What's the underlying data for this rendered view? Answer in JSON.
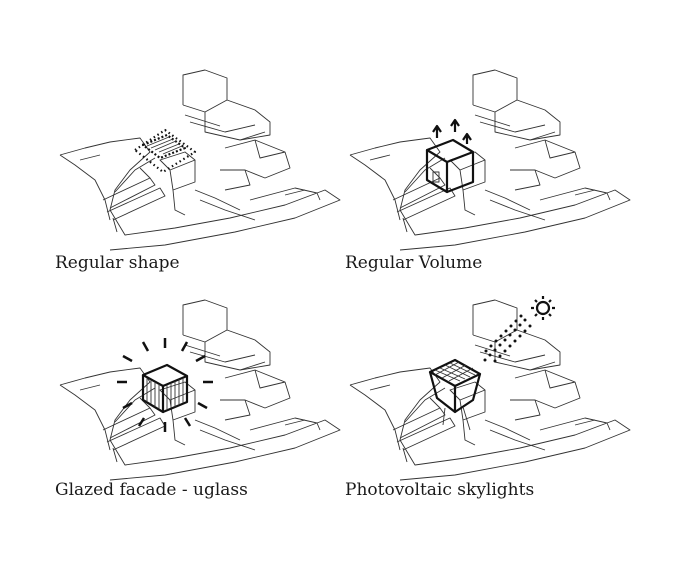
{
  "panels": [
    {
      "caption": "Regular shape",
      "variant": "shape"
    },
    {
      "caption": "Regular Volume",
      "variant": "volume"
    },
    {
      "caption": "Glazed facade - uglass",
      "variant": "glazed"
    },
    {
      "caption": "Photovoltaic skylights",
      "variant": "pv"
    }
  ],
  "colors": {
    "line": "#222222",
    "background": "#ffffff"
  }
}
